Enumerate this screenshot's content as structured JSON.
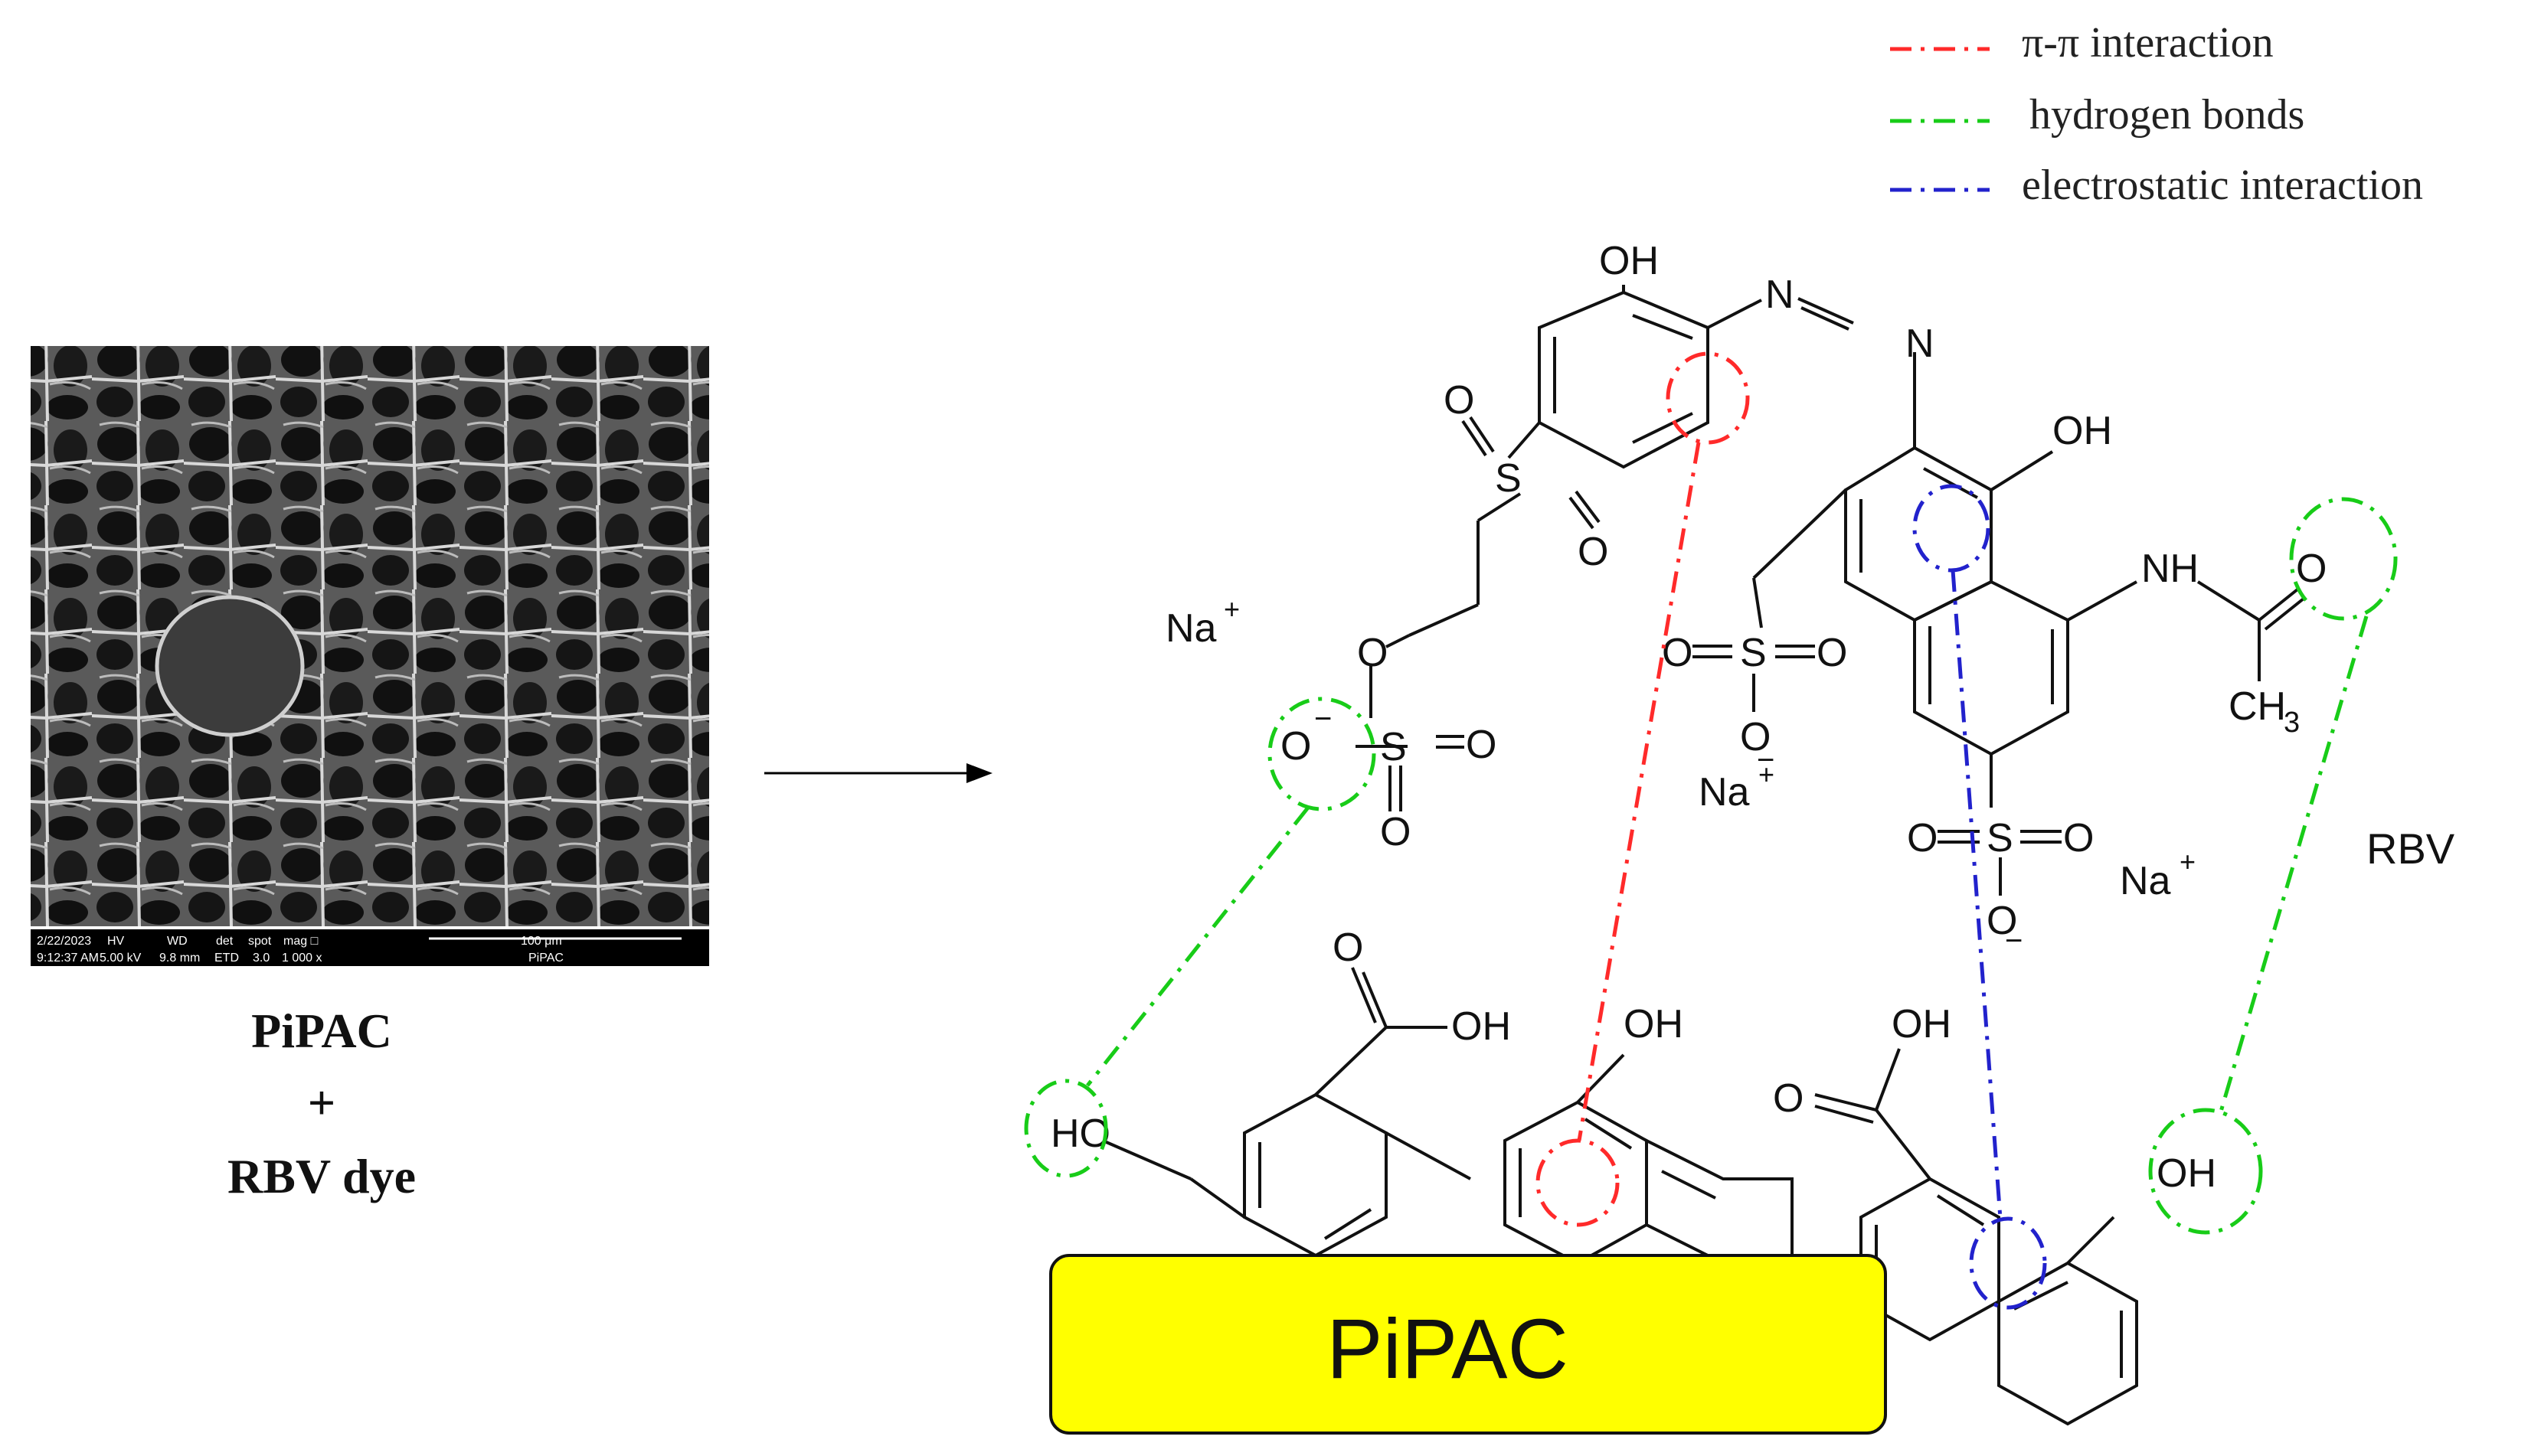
{
  "legend": {
    "items": [
      {
        "label": "π-π  interaction",
        "color": "#ff2a2a"
      },
      {
        "label": "hydrogen bonds",
        "color": "#18cc18"
      },
      {
        "label": "electrostatic interaction",
        "color": "#2222cc"
      }
    ]
  },
  "sem_image": {
    "info_bar": {
      "date": "2/22/2023",
      "time": "9:12:37 AM",
      "hv_label": "HV",
      "hv": "5.00 kV",
      "wd_label": "WD",
      "wd": "9.8 mm",
      "det_label": "det",
      "det": "ETD",
      "spot_label": "spot",
      "spot": "3.0",
      "mag_label": "mag □",
      "mag": "1 000 x",
      "scale": "100 μm",
      "sample": "PiPAC"
    }
  },
  "left_caption": {
    "line1": "PiPAC",
    "line2": "+",
    "line3": "RBV dye"
  },
  "dye": {
    "name": "RBV",
    "atoms": {
      "oh_top": "OH",
      "n1": "N",
      "n2": "N",
      "oh_naph": "OH",
      "nh": "NH",
      "o_acetyl": "O",
      "ch3": "CH",
      "ch3_sub": "3",
      "s1": "S",
      "s1_o1": "O",
      "s1_o2": "O",
      "o_ether": "O",
      "s2": "S",
      "s2_o_minus": "O",
      "s2_o1": "O",
      "s2_o2": "O",
      "s3": "S",
      "s3_o1": "O",
      "s3_o2": "O",
      "s3_o_minus": "O",
      "s4": "S",
      "s4_o1": "O",
      "s4_o2": "O",
      "s4_o_minus": "O",
      "minus": "−"
    },
    "counter_ions": {
      "na": "Na",
      "plus": "+"
    }
  },
  "adsorbent": {
    "label": "PiPAC",
    "atoms": {
      "ho_left": "HO",
      "cooh1_o": "O",
      "cooh1_oh": "OH",
      "oh_mid": "OH",
      "cooh2_o": "O",
      "cooh2_oh": "OH",
      "oh_right": "OH"
    },
    "block_color": "#ffff00"
  }
}
